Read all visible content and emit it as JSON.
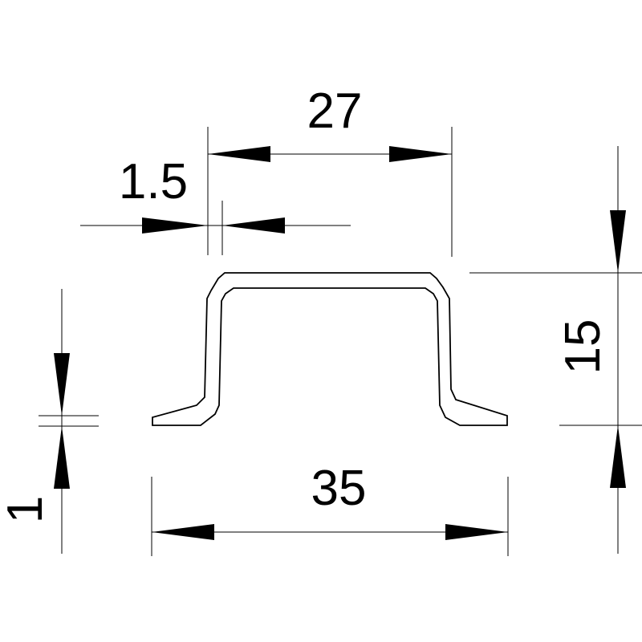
{
  "dimensions": {
    "top_width": "27",
    "wall_thickness": "1.5",
    "height": "15",
    "base_width": "35",
    "flange_thickness": "1"
  },
  "colors": {
    "line": "#000000",
    "background": "#ffffff"
  }
}
